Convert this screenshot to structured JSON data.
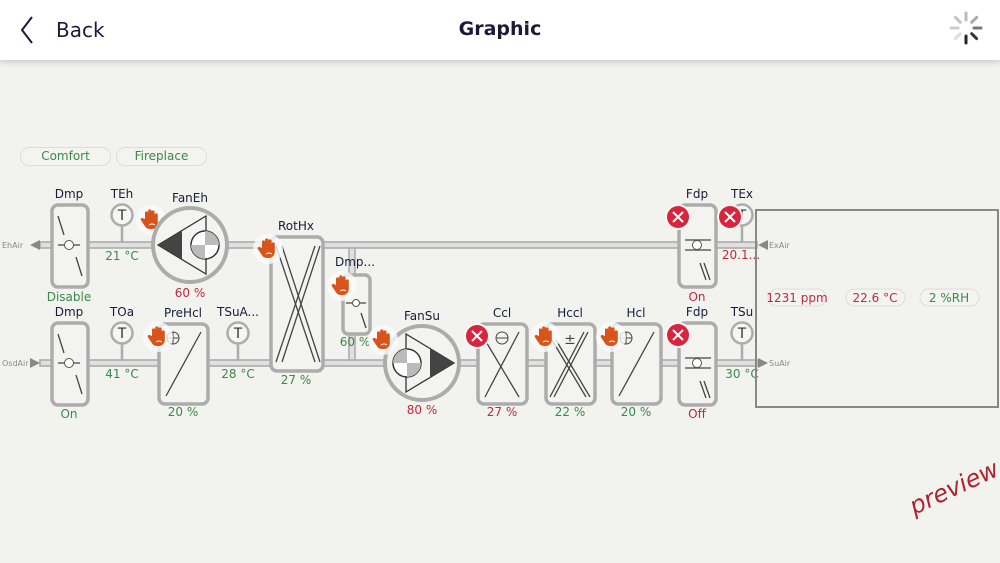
{
  "header": {
    "back_label": "Back",
    "title": "Graphic",
    "status_icon": "loading-spinner-icon"
  },
  "modes": [
    {
      "label": "Comfort"
    },
    {
      "label": "Fireplace"
    }
  ],
  "colors": {
    "ok": "#3a8a4a",
    "alarm": "#c0283c",
    "manual_override": "#d9541a",
    "fault": "#d8243c"
  },
  "ducts": {
    "exhaust_in": "ExAir",
    "exhaust_out": "EhAir",
    "outdoor_in": "OsdAir",
    "supply_out": "SuAir"
  },
  "exhaust": {
    "dmp": {
      "label": "Dmp",
      "value": "Disable"
    },
    "teh": {
      "label": "TEh",
      "value": "21 °C"
    },
    "faneh": {
      "label": "FanEh",
      "value": "60 %"
    },
    "rothx": {
      "label": "RotHx",
      "value": "27 %"
    },
    "dmp_bypass": {
      "label": "Dmp...",
      "value": "60 %"
    },
    "fdp": {
      "label": "Fdp",
      "value": "On"
    },
    "tex": {
      "label": "TEx",
      "value": "20.1..."
    }
  },
  "supply": {
    "dmp": {
      "label": "Dmp",
      "value": "On"
    },
    "toa": {
      "label": "TOa",
      "value": "41 °C"
    },
    "prehcl": {
      "label": "PreHcl",
      "value": "20 %"
    },
    "tsua": {
      "label": "TSuA...",
      "value": "28 °C"
    },
    "fansu": {
      "label": "FanSu",
      "value": "80 %"
    },
    "ccl": {
      "label": "Ccl",
      "value": "27 %"
    },
    "hccl": {
      "label": "Hccl",
      "value": "22 %"
    },
    "hcl": {
      "label": "Hcl",
      "value": "20 %"
    },
    "fdp": {
      "label": "Fdp",
      "value": "Off"
    },
    "tsu": {
      "label": "TSu",
      "value": "30 °C"
    }
  },
  "room": {
    "co2": "1231 ppm",
    "temp": "22.6 °C",
    "humidity": "2 %RH"
  },
  "watermark": "preview"
}
